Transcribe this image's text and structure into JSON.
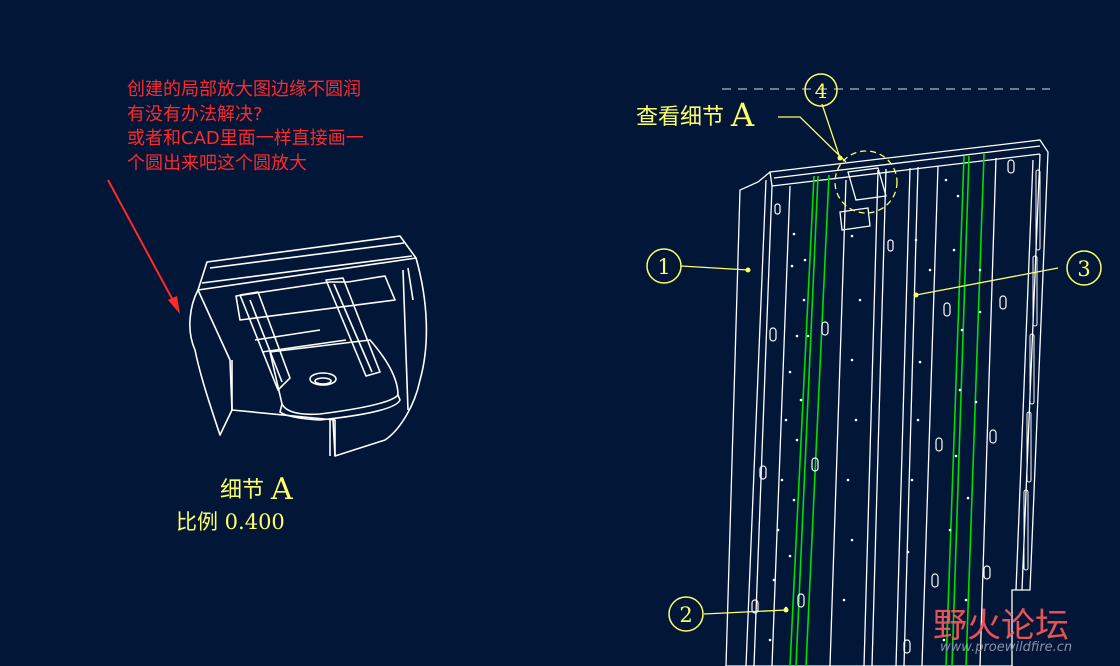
{
  "annotation": {
    "note_text": "创建的局部放大图边缘不圆润\n有没有办法解决?\n或者和CAD里面一样直接画一\n个圆出来吧这个圆放大",
    "color": "#ff2a2a"
  },
  "detail_view": {
    "title_prefix": "细节",
    "title_letter": "A",
    "scale_label": "比例 0.400"
  },
  "main_view": {
    "detail_marker_prefix": "查看细节",
    "detail_marker_letter": "A",
    "balloons": [
      {
        "number": "1"
      },
      {
        "number": "2"
      },
      {
        "number": "3"
      },
      {
        "number": "4"
      }
    ]
  },
  "watermark": {
    "text": "野火论坛",
    "url": "www.proewildfire.cn"
  },
  "colors": {
    "background": "#021638",
    "line": "#ffffff",
    "annotation": "#ffff66",
    "highlight": "#00e000",
    "note": "#ff2a2a"
  }
}
